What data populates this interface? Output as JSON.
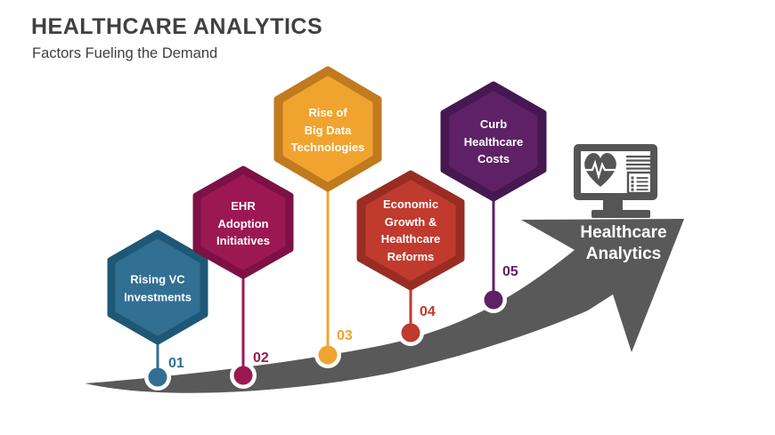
{
  "header": {
    "title": "HEALTHCARE ANALYTICS",
    "subtitle": "Factors Fueling the Demand"
  },
  "arrow": {
    "label": "Healthcare\nAnalytics",
    "color": "#595959"
  },
  "monitor_icon": {
    "name": "monitor-heartbeat-icon",
    "color": "#555555"
  },
  "factors": [
    {
      "number": "01",
      "label": "Rising VC\nInvestments",
      "color": "#316F93",
      "dark_color": "#1F5876"
    },
    {
      "number": "02",
      "label": "EHR\nAdoption\nInitiatives",
      "color": "#9C1853",
      "dark_color": "#7D1145"
    },
    {
      "number": "03",
      "label": "Rise of\nBig Data\nTechnologies",
      "color": "#F0A42F",
      "dark_color": "#C17A1E"
    },
    {
      "number": "04",
      "label": "Economic\nGrowth &\nHealthcare\nReforms",
      "color": "#C03A2E",
      "dark_color": "#992D23"
    },
    {
      "number": "05",
      "label": "Curb\nHealthcare\nCosts",
      "color": "#5F2166",
      "dark_color": "#461851"
    }
  ]
}
